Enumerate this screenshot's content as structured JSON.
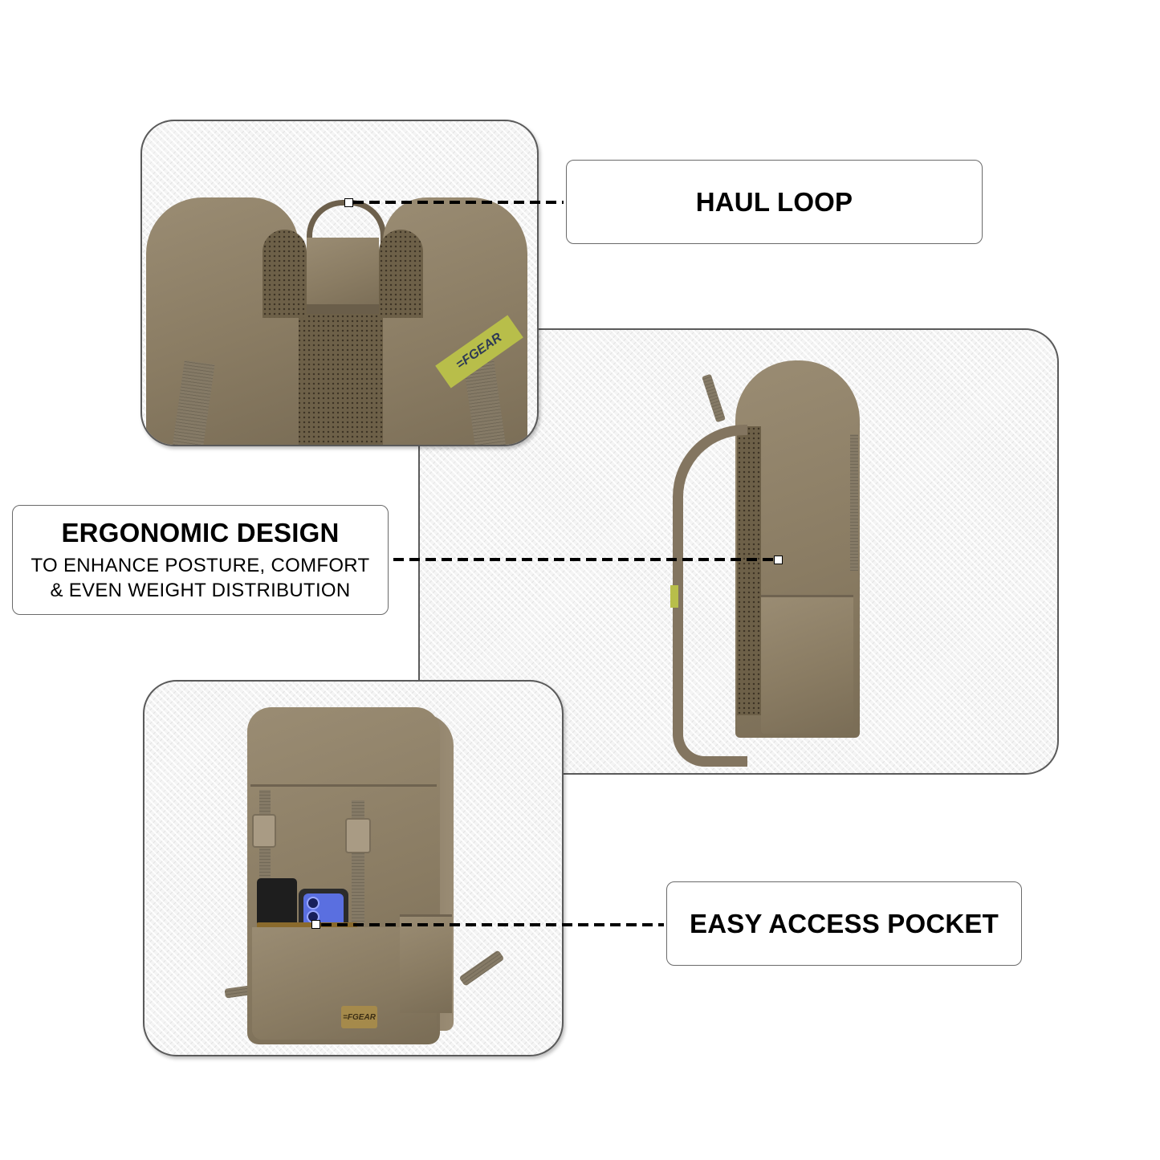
{
  "callouts": {
    "haul_loop": {
      "title": "HAUL LOOP"
    },
    "ergonomic": {
      "title": "ERGONOMIC DESIGN",
      "line1": "TO ENHANCE POSTURE, COMFORT",
      "line2": "& EVEN WEIGHT DISTRIBUTION"
    },
    "pocket": {
      "title": "EASY ACCESS POCKET"
    }
  },
  "brand": {
    "logo_text": "=FGEAR"
  },
  "colors": {
    "fabric": "#8a7c63",
    "mesh": "#6d6048",
    "tag": "#b8be4a",
    "border": "#5a5a5a",
    "text": "#000000"
  },
  "panels": [
    {
      "name": "back-view",
      "shows": "haul loop and padded shoulder straps"
    },
    {
      "name": "side-view",
      "shows": "ergonomic shoulder straps"
    },
    {
      "name": "front-view",
      "shows": "front pocket with phone and power bank"
    }
  ]
}
